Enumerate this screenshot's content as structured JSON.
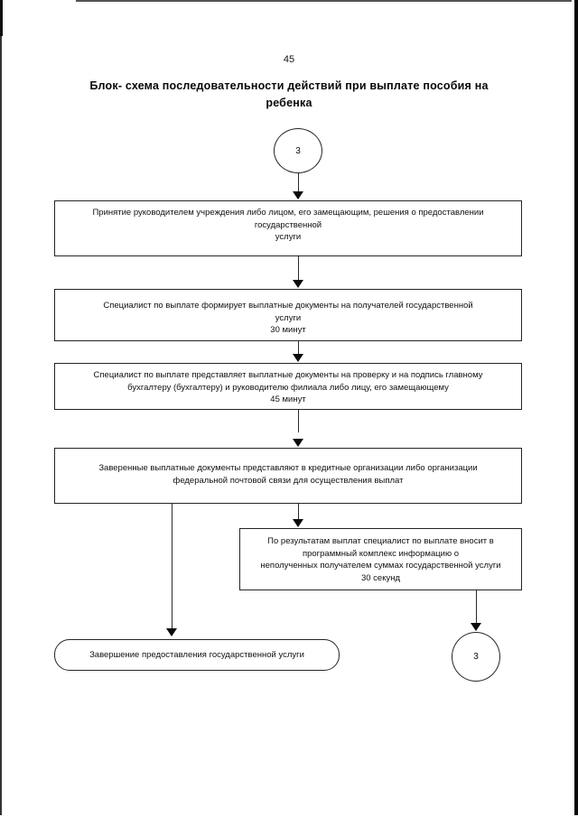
{
  "document": {
    "page_number": "45",
    "title": "Блок- схема последовательности действий при выплате\nпособия на ребенка"
  },
  "flowchart": {
    "type": "flowchart",
    "nodes": [
      {
        "id": "connector-top",
        "shape": "circle",
        "label": "3"
      },
      {
        "id": "process-1",
        "shape": "rectangle",
        "text": "Принятие руководителем учреждения либо лицом, его замещающим, решения о предоставлении\nгосударственной\nуслуги"
      },
      {
        "id": "process-2",
        "shape": "rectangle",
        "text": "Специалист по выплате формирует выплатные документы на получателей государственной\nуслуги\n30 минут"
      },
      {
        "id": "process-3",
        "shape": "rectangle",
        "text": "Специалист по выплате представляет выплатные документы на проверку и на подпись главному\nбухгалтеру  (бухгалтеру) и руководителю филиала либо лицу, его замещающему\n45 минут"
      },
      {
        "id": "process-4",
        "shape": "rectangle",
        "text": "Заверенные выплатные документы представляют в кредитные организации либо организации\nфедеральной почтовой связи для осуществления выплат"
      },
      {
        "id": "process-5",
        "shape": "rectangle",
        "text": "По результатам выплат специалист по выплате вносит в\nпрограммный комплекс информацию о\nнеполученных получателем суммах государственной услуги\n30 секунд"
      },
      {
        "id": "terminator-end",
        "shape": "rounded-rectangle",
        "text": "Завершение предоставления государственной услуги"
      },
      {
        "id": "connector-bottom",
        "shape": "circle",
        "label": "3"
      }
    ],
    "edges": [
      {
        "from": "connector-top",
        "to": "process-1"
      },
      {
        "from": "process-1",
        "to": "process-2"
      },
      {
        "from": "process-2",
        "to": "process-3"
      },
      {
        "from": "process-3",
        "to": "process-4"
      },
      {
        "from": "process-4",
        "to": "process-5"
      },
      {
        "from": "process-4",
        "to": "terminator-end"
      },
      {
        "from": "process-5",
        "to": "connector-bottom"
      }
    ]
  }
}
